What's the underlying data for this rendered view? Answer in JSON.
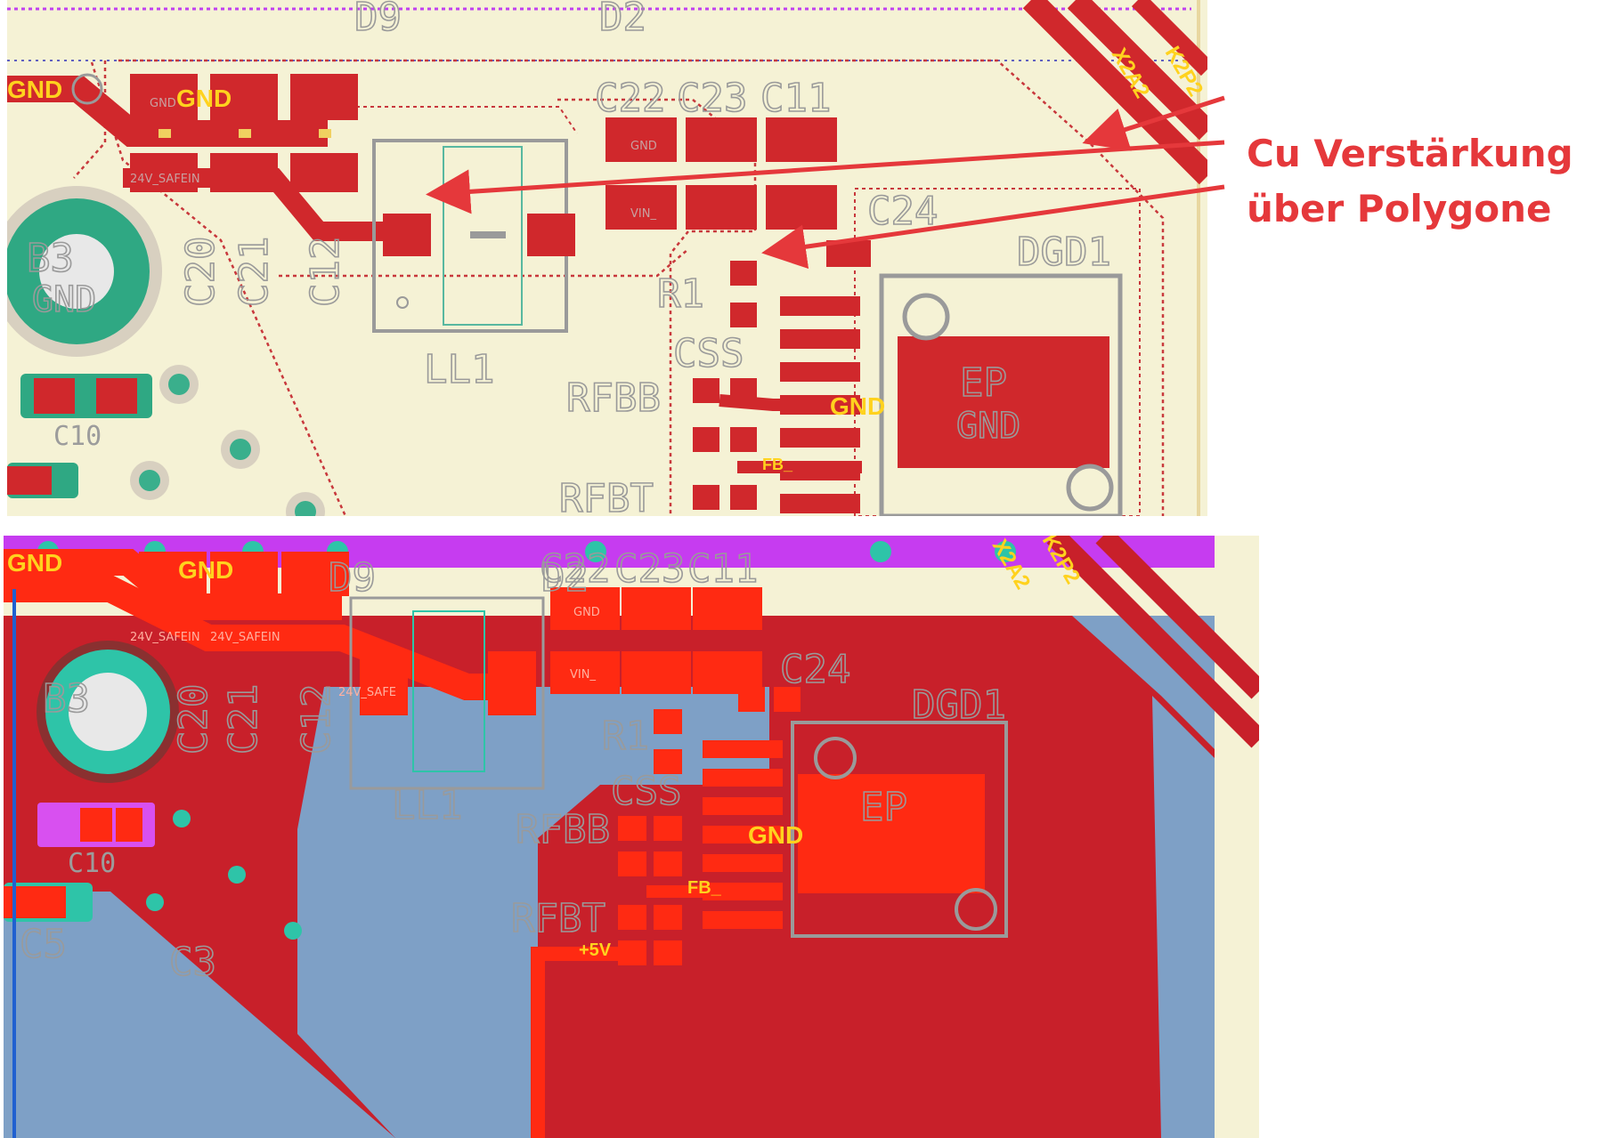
{
  "annotation": {
    "line1": "Cu Verstärkung",
    "line2": "über Polygone",
    "color": "#e5383b"
  },
  "top_panel": {
    "designators": [
      "D9",
      "D2",
      "C22",
      "C23",
      "C11",
      "C24",
      "DGD1",
      "R1",
      "CSS",
      "RFBB",
      "RFBT",
      "LL1",
      "C20",
      "C21",
      "C12",
      "C10",
      "B3",
      "EP"
    ],
    "net_labels": [
      "GND",
      "GND",
      "GND",
      "GND",
      "GND",
      "GND"
    ],
    "pad_labels": [
      "24V_SAFEIN",
      "GND",
      "VIN_",
      "FB_"
    ],
    "connector_labels": [
      "X2A2",
      "K2P2"
    ],
    "colors": {
      "board": "#f5f2d5",
      "copper": "#d0282c",
      "silk": "#9a9a9a",
      "outline": "#cc4040"
    }
  },
  "bottom_panel": {
    "designators": [
      "D9",
      "D2",
      "C22",
      "C23",
      "C11",
      "C24",
      "DGD1",
      "R1",
      "CSS",
      "RFBB",
      "RFBT",
      "LL1",
      "C20",
      "C21",
      "C12",
      "C10",
      "C5",
      "C3",
      "B3",
      "EP"
    ],
    "net_labels": [
      "GND",
      "GND",
      "GND",
      "FB_",
      "+5V"
    ],
    "pad_labels": [
      "24V_SAFEIN",
      "24V_SAFEIN",
      "GND",
      "VIN_",
      "24V_SAFE"
    ],
    "connector_labels": [
      "X2A2",
      "K2P2"
    ],
    "colors": {
      "board": "#7ea0c6",
      "polygon": "#c8202a",
      "track": "#ff2a12",
      "via": "#2ec4a8",
      "silk": "#9a9a9a",
      "magenta": "#c63cf0"
    }
  }
}
